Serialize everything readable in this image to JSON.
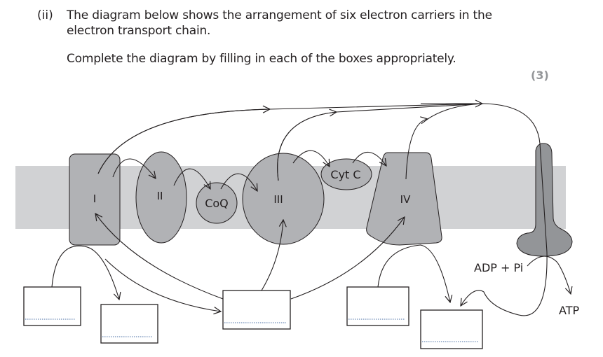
{
  "question": {
    "number": "(ii)",
    "line1": "The diagram below shows the arrangement of six electron carriers in the",
    "line2": "electron transport chain.",
    "instruction": "Complete the diagram by filling in each of the boxes appropriately.",
    "marks": "(3)"
  },
  "diagram": {
    "carriers": [
      {
        "id": "complex-1",
        "label": "I"
      },
      {
        "id": "complex-2",
        "label": "II"
      },
      {
        "id": "coenzyme-q",
        "label": "CoQ"
      },
      {
        "id": "complex-3",
        "label": "III"
      },
      {
        "id": "cytochrome-c",
        "label": "Cyt C"
      },
      {
        "id": "complex-4",
        "label": "IV"
      }
    ],
    "atp_synthase": {
      "input_label": "ADP + Pi",
      "output_label": "ATP"
    },
    "answer_boxes": [
      {
        "value": ""
      },
      {
        "value": ""
      },
      {
        "value": ""
      },
      {
        "value": ""
      },
      {
        "value": ""
      }
    ],
    "colors": {
      "membrane": "#d1d2d4",
      "carrier_fill": "#b1b2b5",
      "synthase_fill": "#939598",
      "stroke": "#231f20",
      "dotted_line": "#4a6fa5",
      "marks_text": "#939598"
    }
  }
}
